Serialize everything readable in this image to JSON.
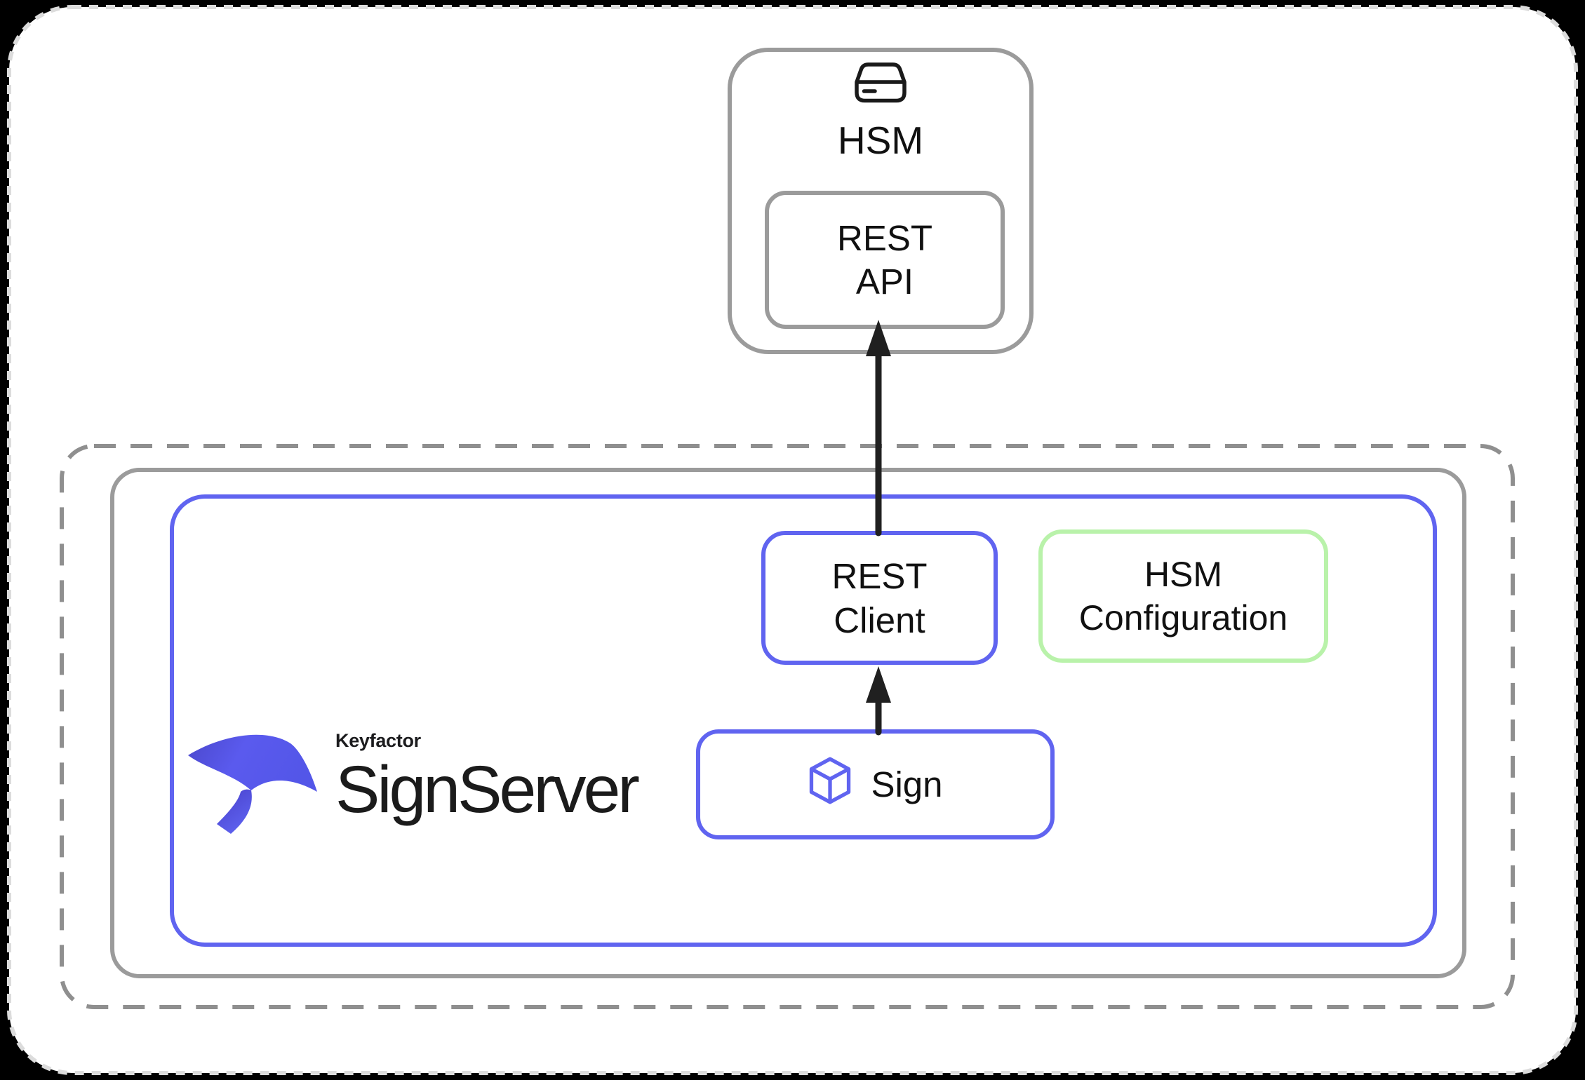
{
  "diagram": {
    "hsm_node": {
      "title": "HSM",
      "icon": "hsm-drive-icon",
      "rest_api": {
        "line1": "REST",
        "line2": "API"
      }
    },
    "signserver_node": {
      "brand": "Keyfactor",
      "product": "SignServer",
      "rest_client": {
        "line1": "REST",
        "line2": "Client"
      },
      "hsm_configuration": {
        "line1": "HSM",
        "line2": "Configuration"
      },
      "sign_worker": {
        "label": "Sign",
        "icon": "cube-icon"
      }
    },
    "colors": {
      "accent_blue": "#6064f0",
      "accent_green": "#b9f2aa",
      "box_gray": "#9b9b9b",
      "dashed_gray": "#8f8f8f",
      "arrow_black": "#202020",
      "page_border": "#dcdcdc",
      "logo_indigo_dark": "#4b48cc",
      "logo_indigo": "#5b5bf0",
      "text": "#111111"
    }
  }
}
